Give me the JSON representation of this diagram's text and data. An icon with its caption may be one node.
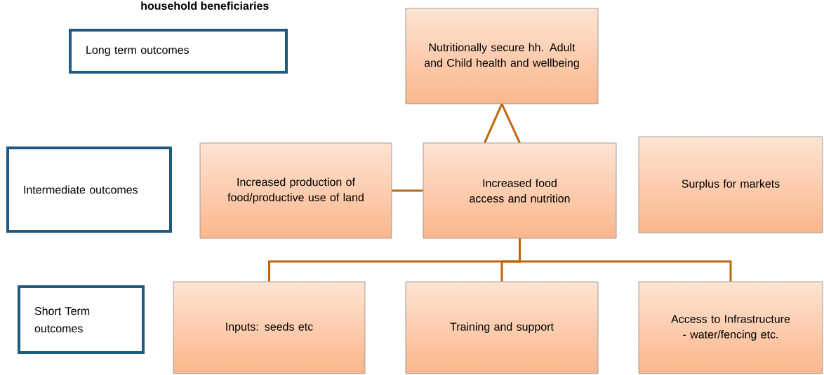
{
  "diagram": {
    "nodes": [
      {
        "text": [
          "Long term outcomes"
        ]
      },
      {
        "text": [
          "Nutritionally secure hh. Adult and Child health and wellbeing"
        ]
      },
      {
        "text": [
          "Intermediate outcomes"
        ]
      },
      {
        "text": [
          "Increased production of food/productive use of land"
        ]
      },
      {
        "text": [
          "Increased food access and nutrition"
        ]
      },
      {
        "text": [
          "Surplus for markets"
        ]
      },
      {
        "text": [
          "Short Term outcomes"
        ]
      },
      {
        "text": [
          "Inputs: seeds etc"
        ]
      },
      {
        "text": [
          "Training and support"
        ]
      },
      {
        "text": [
          "Access to Infrastructure - water/fencing etc."
        ]
      }
    ],
    "edges": [
      {
        "from": 4,
        "to": 1,
        "arrow": "none"
      },
      {
        "from": 4,
        "to": 1,
        "arrow": "none"
      },
      {
        "from": 3,
        "to": 4,
        "arrow": "none"
      },
      {
        "from": 4,
        "to": 7,
        "arrow": "none"
      },
      {
        "from": 4,
        "to": 8,
        "arrow": "none"
      },
      {
        "from": 4,
        "to": 9,
        "arrow": "none"
      }
    ],
    "labels": [
      "household beneficiaries"
    ]
  }
}
